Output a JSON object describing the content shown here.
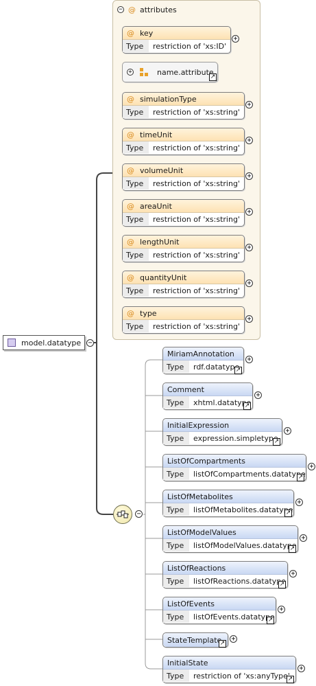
{
  "root": {
    "label": "model.datatype"
  },
  "attributes_group": {
    "label": "attributes",
    "collapse_symbol": "−",
    "at_symbol": "@",
    "type_label": "Type",
    "items": [
      {
        "name": "key",
        "type": "restriction of 'xs:ID'"
      },
      {
        "name": "simulationType",
        "type": "restriction of 'xs:string'"
      },
      {
        "name": "timeUnit",
        "type": "restriction of 'xs:string'"
      },
      {
        "name": "volumeUnit",
        "type": "restriction of 'xs:string'"
      },
      {
        "name": "areaUnit",
        "type": "restriction of 'xs:string'"
      },
      {
        "name": "lengthUnit",
        "type": "restriction of 'xs:string'"
      },
      {
        "name": "quantityUnit",
        "type": "restriction of 'xs:string'"
      },
      {
        "name": "type",
        "type": "restriction of 'xs:string'"
      }
    ],
    "group_ref": {
      "label": "name.attribute"
    }
  },
  "expand_symbol": "+",
  "collapse_symbol": "−",
  "ref_symbol": "↗",
  "sequence": {
    "type_label": "Type",
    "elements": [
      {
        "name": "MiriamAnnotation",
        "type": "rdf.datatype"
      },
      {
        "name": "Comment",
        "type": "xhtml.datatype"
      },
      {
        "name": "InitialExpression",
        "type": "expression.simpletype"
      },
      {
        "name": "ListOfCompartments",
        "type": "listOfCompartments.datatype"
      },
      {
        "name": "ListOfMetabolites",
        "type": "listOfMetabolites.datatype"
      },
      {
        "name": "ListOfModelValues",
        "type": "listOfModelValues.datatype"
      },
      {
        "name": "ListOfReactions",
        "type": "listOfReactions.datatype"
      },
      {
        "name": "ListOfEvents",
        "type": "listOfEvents.datatype"
      },
      {
        "name": "StateTemplate",
        "type": ""
      },
      {
        "name": "InitialState",
        "type": "restriction of 'xs:anyType'"
      }
    ]
  }
}
